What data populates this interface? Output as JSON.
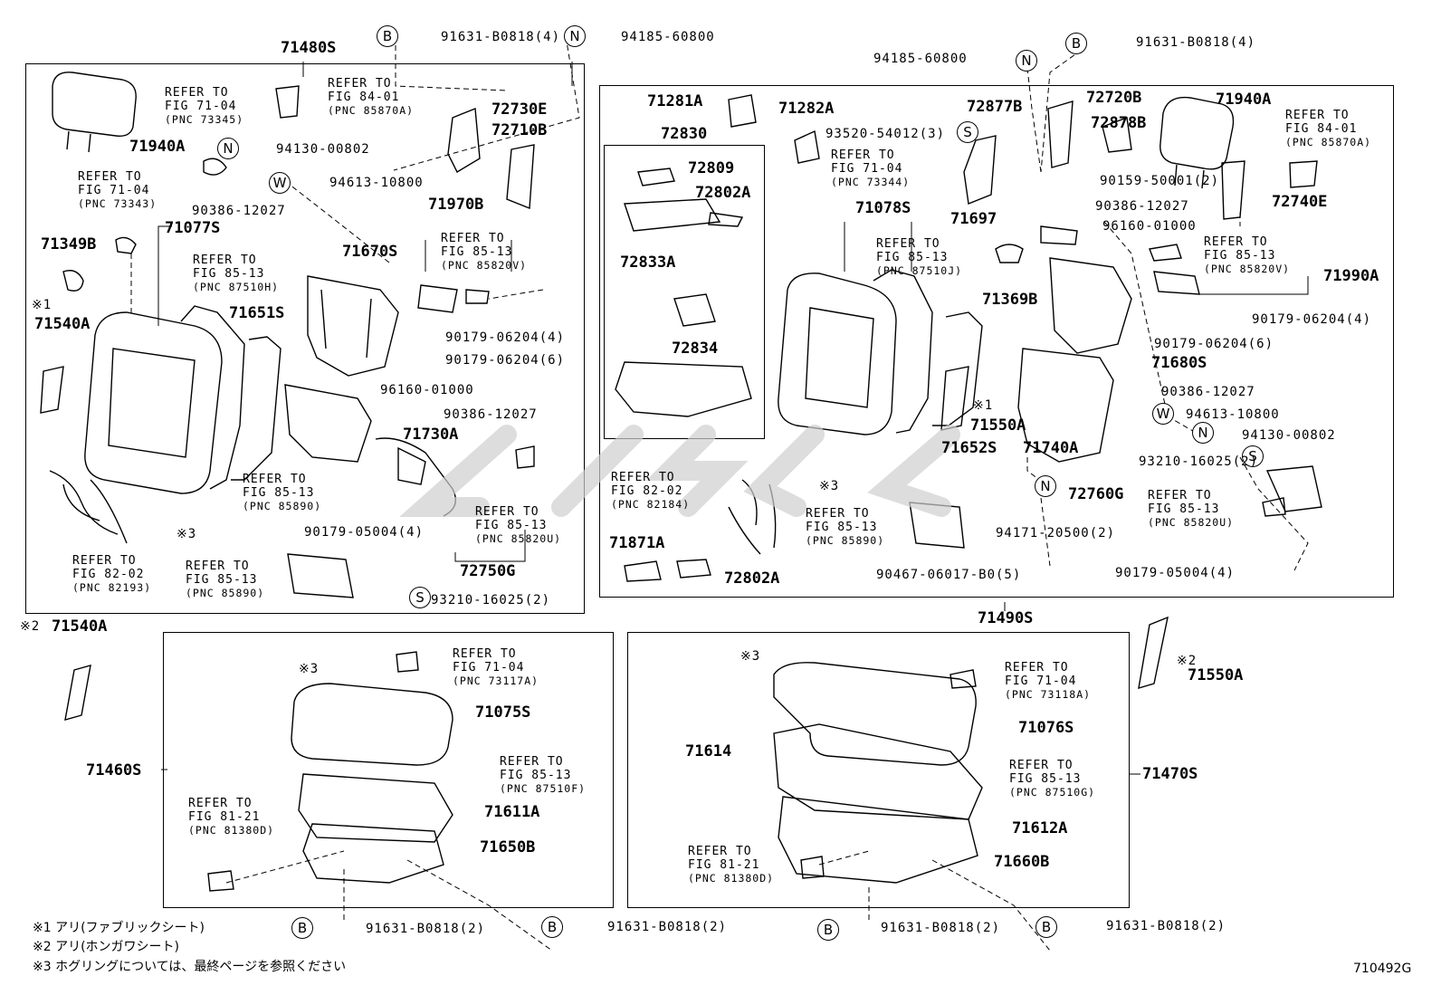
{
  "diagram_code": "710492G",
  "assemblies": {
    "front_left_back": "71480S",
    "front_right_back": "71490S",
    "front_left_cushion": "71460S",
    "front_right_cushion": "71470S"
  },
  "notes": [
    "※1 アリ(ファブリックシート)",
    "※2 アリ(ホンガワシート)",
    "※3 ホグリングについては、最終ページを参照ください"
  ],
  "callout_letters": {
    "B": "B",
    "N": "N",
    "W": "W",
    "S": "S"
  },
  "left_back": {
    "p71940A": "71940A",
    "ref_71_04a": {
      "l1": "REFER TO",
      "l2": "FIG 71-04",
      "l3": "(PNC 73345)"
    },
    "ref_84_01": {
      "l1": "REFER TO",
      "l2": "FIG 84-01",
      "l3": "(PNC 85870A)"
    },
    "n_94130": "94130-00802",
    "w_94613": "94613-10800",
    "p72730E": "72730E",
    "p72710B": "72710B",
    "p90386": "90386-12027",
    "ref_71_04b": {
      "l1": "REFER TO",
      "l2": "FIG 71-04",
      "l3": "(PNC 73343)"
    },
    "p71077S": "71077S",
    "p71349B": "71349B",
    "ref_85_13h": {
      "l1": "REFER TO",
      "l2": "FIG 85-13",
      "l3": "(PNC 87510H)"
    },
    "p71670S": "71670S",
    "p71970B": "71970B",
    "ref_85_13v": {
      "l1": "REFER TO",
      "l2": "FIG 85-13",
      "l3": "(PNC 85820V)"
    },
    "x1": "※1",
    "p71540A": "71540A",
    "p71651S": "71651S",
    "p90179_4": "90179-06204(4)",
    "p90179_6": "90179-06204(6)",
    "p96160": "96160-01000",
    "p90386b": "90386-12027",
    "p71730A": "71730A",
    "ref_85_13_890a": {
      "l1": "REFER TO",
      "l2": "FIG 85-13",
      "l3": "(PNC 85890)"
    },
    "x3": "※3",
    "p90179_05004": "90179-05004(4)",
    "ref_85_13u": {
      "l1": "REFER TO",
      "l2": "FIG 85-13",
      "l3": "(PNC 85820U)"
    },
    "ref_82_02": {
      "l1": "REFER TO",
      "l2": "FIG 82-02",
      "l3": "(PNC 82193)"
    },
    "ref_85_13_890b": {
      "l1": "REFER TO",
      "l2": "FIG 85-13",
      "l3": "(PNC 85890)"
    },
    "p72750G": "72750G",
    "s_93210": "93210-16025(2)",
    "b_91631": "91631-B0818(4)",
    "n_94185": "94185-60800"
  },
  "right_back": {
    "n_94185": "94185-60800",
    "b_91631": "91631-B0818(4)",
    "p71281A": "71281A",
    "p71282A": "71282A",
    "p72877B": "72877B",
    "p72720B": "72720B",
    "p71940A": "71940A",
    "p72830": "72830",
    "p72809": "72809",
    "p72802A": "72802A",
    "p72833A": "72833A",
    "p72834": "72834",
    "s_93520": "93520-54012(3)",
    "ref_71_04": {
      "l1": "REFER TO",
      "l2": "FIG 71-04",
      "l3": "(PNC 73344)"
    },
    "p72878B": "72878B",
    "ref_84_01": {
      "l1": "REFER TO",
      "l2": "FIG 84-01",
      "l3": "(PNC 85870A)"
    },
    "p90159": "90159-50001(2)",
    "p72740E": "72740E",
    "p71078S": "71078S",
    "p90386": "90386-12027",
    "p71697": "71697",
    "p96160": "96160-01000",
    "ref_85_13j": {
      "l1": "REFER TO",
      "l2": "FIG 85-13",
      "l3": "(PNC 87510J)"
    },
    "ref_85_13v": {
      "l1": "REFER TO",
      "l2": "FIG 85-13",
      "l3": "(PNC 85820V)"
    },
    "p71990A": "71990A",
    "p71369B": "71369B",
    "p90179_4": "90179-06204(4)",
    "p90179_6": "90179-06204(6)",
    "p71680S": "71680S",
    "p90386b": "90386-12027",
    "x1": "※1",
    "w_94613": "94613-10800",
    "p71550A": "71550A",
    "n_94130": "94130-00802",
    "p71652S": "71652S",
    "p71740A": "71740A",
    "ref_82_02": {
      "l1": "REFER TO",
      "l2": "FIG 82-02",
      "l3": "(PNC 82184)"
    },
    "x3": "※3",
    "s_93210": "93210-16025(2)",
    "ref_85_13_890": {
      "l1": "REFER TO",
      "l2": "FIG 85-13",
      "l3": "(PNC 85890)"
    },
    "p72760G": "72760G",
    "ref_85_13u": {
      "l1": "REFER TO",
      "l2": "FIG 85-13",
      "l3": "(PNC 85820U)"
    },
    "n_94171": "94171-20500(2)",
    "p71871A": "71871A",
    "p72802A_b": "72802A",
    "p90467": "90467-06017-B0(5)",
    "p90179_05004": "90179-05004(4)"
  },
  "left_cushion": {
    "x2": "※2",
    "p71540A": "71540A",
    "x3": "※3",
    "ref_71_04": {
      "l1": "REFER TO",
      "l2": "FIG 71-04",
      "l3": "(PNC 73117A)"
    },
    "p71075S": "71075S",
    "p71460S": "71460S",
    "ref_85_13f": {
      "l1": "REFER TO",
      "l2": "FIG 85-13",
      "l3": "(PNC 87510F)"
    },
    "ref_81_21": {
      "l1": "REFER TO",
      "l2": "FIG 81-21",
      "l3": "(PNC 81380D)"
    },
    "p71611A": "71611A",
    "p71650B": "71650B",
    "b1": "91631-B0818(2)",
    "b2": "91631-B0818(2)"
  },
  "right_cushion": {
    "x3": "※3",
    "ref_71_04": {
      "l1": "REFER TO",
      "l2": "FIG 71-04",
      "l3": "(PNC 73118A)"
    },
    "p71550A": "71550A",
    "x2": "※2",
    "p71614": "71614",
    "p71076S": "71076S",
    "p71470S": "71470S",
    "ref_85_13g": {
      "l1": "REFER TO",
      "l2": "FIG 85-13",
      "l3": "(PNC 87510G)"
    },
    "p71612A": "71612A",
    "ref_81_21": {
      "l1": "REFER TO",
      "l2": "FIG 81-21",
      "l3": "(PNC 81380D)"
    },
    "p71660B": "71660B",
    "b1": "91631-B0818(2)",
    "b2": "91631-B0818(2)"
  }
}
